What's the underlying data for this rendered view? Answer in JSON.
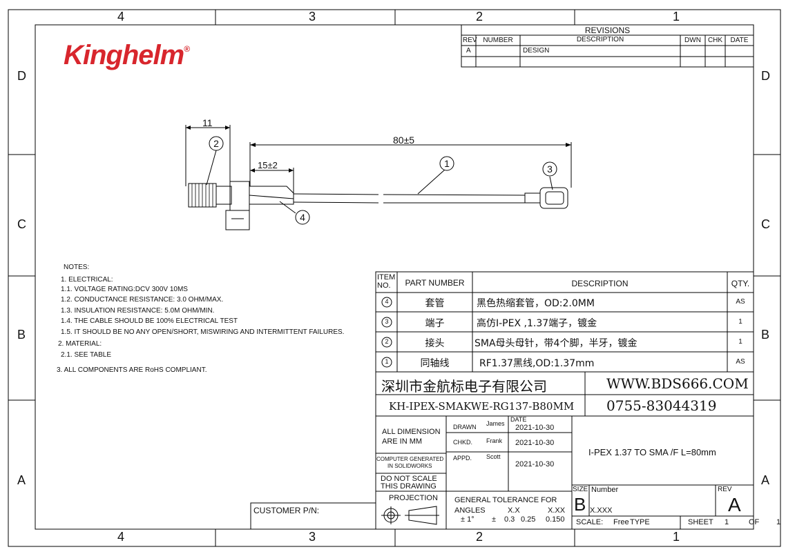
{
  "brand": {
    "logo_text": "Kinghelm",
    "registered_mark": "®"
  },
  "zones": {
    "top": [
      "4",
      "3",
      "2",
      "1"
    ],
    "bottom": [
      "4",
      "3",
      "2",
      "1"
    ],
    "left": [
      "D",
      "C",
      "B",
      "A"
    ],
    "right": [
      "D",
      "C",
      "B",
      "A"
    ]
  },
  "revisions": {
    "title": "REVISIONS",
    "headers": {
      "rev": "REV",
      "number": "NUMBER",
      "description": "DESCRIPTION",
      "dwn": "DWN",
      "chk": "CHK",
      "date": "DATE"
    },
    "rows": [
      {
        "rev": "A",
        "number": "",
        "description": "DESIGN",
        "dwn": "",
        "chk": "",
        "date": ""
      }
    ]
  },
  "drawing": {
    "dim_length": "80±5",
    "dim_sma": "11",
    "dim_sleeve": "15±2",
    "balloons": {
      "b1": "1",
      "b2": "2",
      "b3": "3",
      "b4": "4"
    }
  },
  "notes": {
    "title": "NOTES:",
    "lines": [
      "1.  ELECTRICAL:",
      "1.1.  VOLTAGE RATING:DCV 300V 10MS",
      "1.2.  CONDUCTANCE RESISTANCE: 3.0 OHM/MAX.",
      "1.3.  INSULATION RESISTANCE: 5.0M OHM/MIN.",
      "1.4.  THE CABLE SHOULD BE 100% ELECTRICAL TEST",
      "1.5.  IT SHOULD BE NO ANY OPEN/SHORT, MISWIRING AND INTERMITTENT FAILURES.",
      "2.  MATERIAL:",
      "2.1.  SEE TABLE",
      "3.  ALL COMPONENTS ARE RoHS COMPLIANT."
    ]
  },
  "bom": {
    "headers": {
      "item_l1": "ITEM",
      "item_l2": "NO.",
      "part": "PART NUMBER",
      "description": "DESCRIPTION",
      "qty": "QTY."
    },
    "rows": [
      {
        "item": "4",
        "part": "套管",
        "description": "黑色热缩套管，OD:2.0MM",
        "qty": "AS"
      },
      {
        "item": "3",
        "part": "端子",
        "description": "高仿I-PEX ,1.37端子，镀金",
        "qty": "1"
      },
      {
        "item": "2",
        "part": "接头",
        "description": "SMA母头母针，带4个脚，半牙，镀金",
        "qty": "1"
      },
      {
        "item": "1",
        "part": "同轴线",
        "description": "RF1.37黑线,OD:1.37mm",
        "qty": "AS"
      }
    ]
  },
  "title_block": {
    "company": "深圳市金航标电子有限公司",
    "website": "WWW.BDS666.COM",
    "part_no": "KH-IPEX-SMAKWE-RG137-B80MM",
    "phone": "0755-83044319",
    "all_dim_l1": "ALL DIMENSION",
    "all_dim_l2": "ARE IN MM",
    "drawn_label": "DRAWN",
    "drawn_name": "James",
    "chkd_label": "CHKD.",
    "chkd_name": "Frank",
    "appd_label": "APPD.",
    "appd_name": "Scott",
    "date_label": "DATE",
    "date_drawn": "2021-10-30",
    "date_chkd": "2021-10-30",
    "date_appd": "2021-10-30",
    "computer_l1": "COMPUTER GENERATED",
    "computer_l2": "IN SOLIDWORKS",
    "noscale_l1": "DO NOT SCALE",
    "noscale_l2": "THIS DRAWING",
    "projection": "PROJECTION",
    "tolerance_title": "GENERAL TOLERANCE FOR",
    "tol_angles": "ANGLES",
    "tol_xx": "X.X",
    "tol_xxx": "X.XX",
    "tol_angle_val": "±   1°",
    "tol_pm": "±",
    "tol_v1": "0.3",
    "tol_v2": "0.25",
    "tol_v3": "0.150",
    "title": "I-PEX 1.37 TO SMA /F  L=80mm",
    "size_label": "SIZE",
    "number_label": "Number",
    "rev_label": "REV",
    "size_value": "B",
    "number_value": "X.XXX",
    "rev_value": "A",
    "scale_label": "SCALE:",
    "scale_value": "Free",
    "type_label": "TYPE",
    "sheet_label": "SHEET",
    "sheet_value": "1",
    "of_label": "OF",
    "of_value": "1",
    "customer_pn": "CUSTOMER P/N:"
  }
}
